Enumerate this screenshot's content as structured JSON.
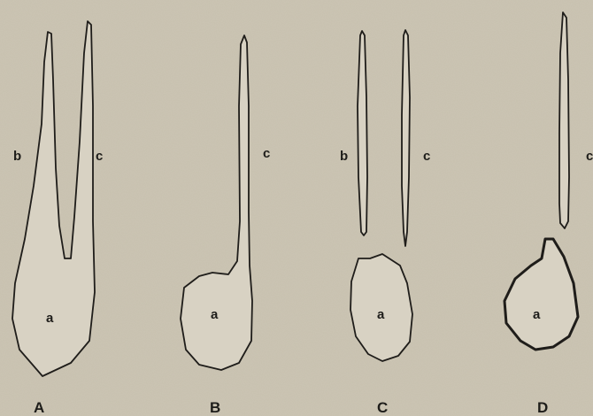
{
  "colors": {
    "background": "#c7c0ae",
    "ink": "#1f1d1a",
    "fill": "#d8d2c3"
  },
  "panels": [
    {
      "id": "A",
      "label": "A",
      "parts": {
        "a": "a",
        "b": "b",
        "c": "c"
      }
    },
    {
      "id": "B",
      "label": "B",
      "parts": {
        "a": "a",
        "c": "c"
      }
    },
    {
      "id": "C",
      "label": "C",
      "parts": {
        "a": "a",
        "b": "b",
        "c": "c"
      }
    },
    {
      "id": "D",
      "label": "D",
      "parts": {
        "a": "a",
        "c": "c"
      }
    }
  ]
}
